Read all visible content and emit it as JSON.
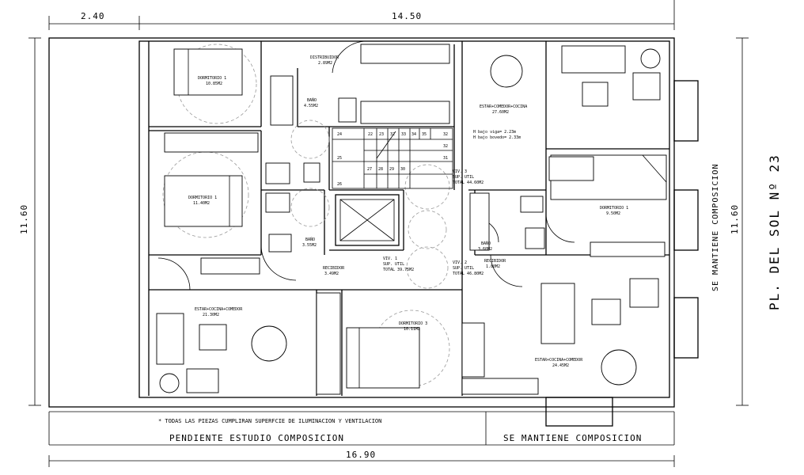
{
  "dimensions": {
    "top_left": "2.40",
    "top_right": "14.50",
    "left": "11.60",
    "right": "11.60",
    "bottom": "16.90"
  },
  "street_label": "PL. DEL SOL Nº 23",
  "right_side_label": "SE MANTIENE COMPOSICION",
  "note": "* TODAS LAS PIEZAS CUMPLIRAN SUPERFCIE DE ILUMINACION Y VENTILACION",
  "bottom_left_label": "PENDIENTE ESTUDIO COMPOSICION",
  "bottom_right_label": "SE MANTIENE COMPOSICION",
  "rooms": {
    "dormitorio1_top": {
      "name": "DORMITORIO 1",
      "area": "10.85M2"
    },
    "distribuidor": {
      "name": "DISTRIBUIDOR",
      "area": "2.89M2"
    },
    "bano_top": {
      "name": "BAÑO",
      "area": "4.55M2"
    },
    "estar_top_right": {
      "name": "ESTAR+COMEDOR+COCINA",
      "area": "27.60M2"
    },
    "heights_a": "H bajo viga= 2.23m",
    "heights_b": "H bajo bovedo= 2.33m",
    "dormitorio1_left": {
      "name": "DORMITORIO 1",
      "area": "11.40M2"
    },
    "viv3": {
      "name": "VIV. 3",
      "sup": "SUP. UTIL",
      "total": "TOTAL 44.60M2"
    },
    "dormitorio1_right": {
      "name": "DORMITORIO 1",
      "area": "9.50M2"
    },
    "bano_mid_left": {
      "name": "BAÑO",
      "area": "3.55M2"
    },
    "bano_mid_right": {
      "name": "BAÑO",
      "area": "3.60M2"
    },
    "recibidor_left": {
      "name": "RECIBIDOR",
      "area": "3.49M2"
    },
    "recibidor_right": {
      "name": "RECIBIDOR",
      "area": "1.80M2"
    },
    "viv1": {
      "name": "VIV. 1",
      "sup": "SUP. UTIL",
      "total": "TOTAL 39.75M2"
    },
    "viv2": {
      "name": "VIV. 2",
      "sup": "SUP. UTIL",
      "total": "TOTAL 46.80M2"
    },
    "estar_bottom_left": {
      "name": "ESTAR+COCINA+COMEDOR",
      "area": "21.30M2"
    },
    "dormitorio3": {
      "name": "DORMITORIO 3",
      "area": "10.11M2"
    },
    "estar_bottom_right": {
      "name": "ESTAR+COCINA+COMEDOR",
      "area": "24.45M2"
    }
  },
  "stair_numbers": [
    "22",
    "23",
    "32",
    "33",
    "34",
    "35",
    "32",
    "24",
    "25",
    "26",
    "27",
    "28",
    "29",
    "30",
    "31",
    "32"
  ]
}
